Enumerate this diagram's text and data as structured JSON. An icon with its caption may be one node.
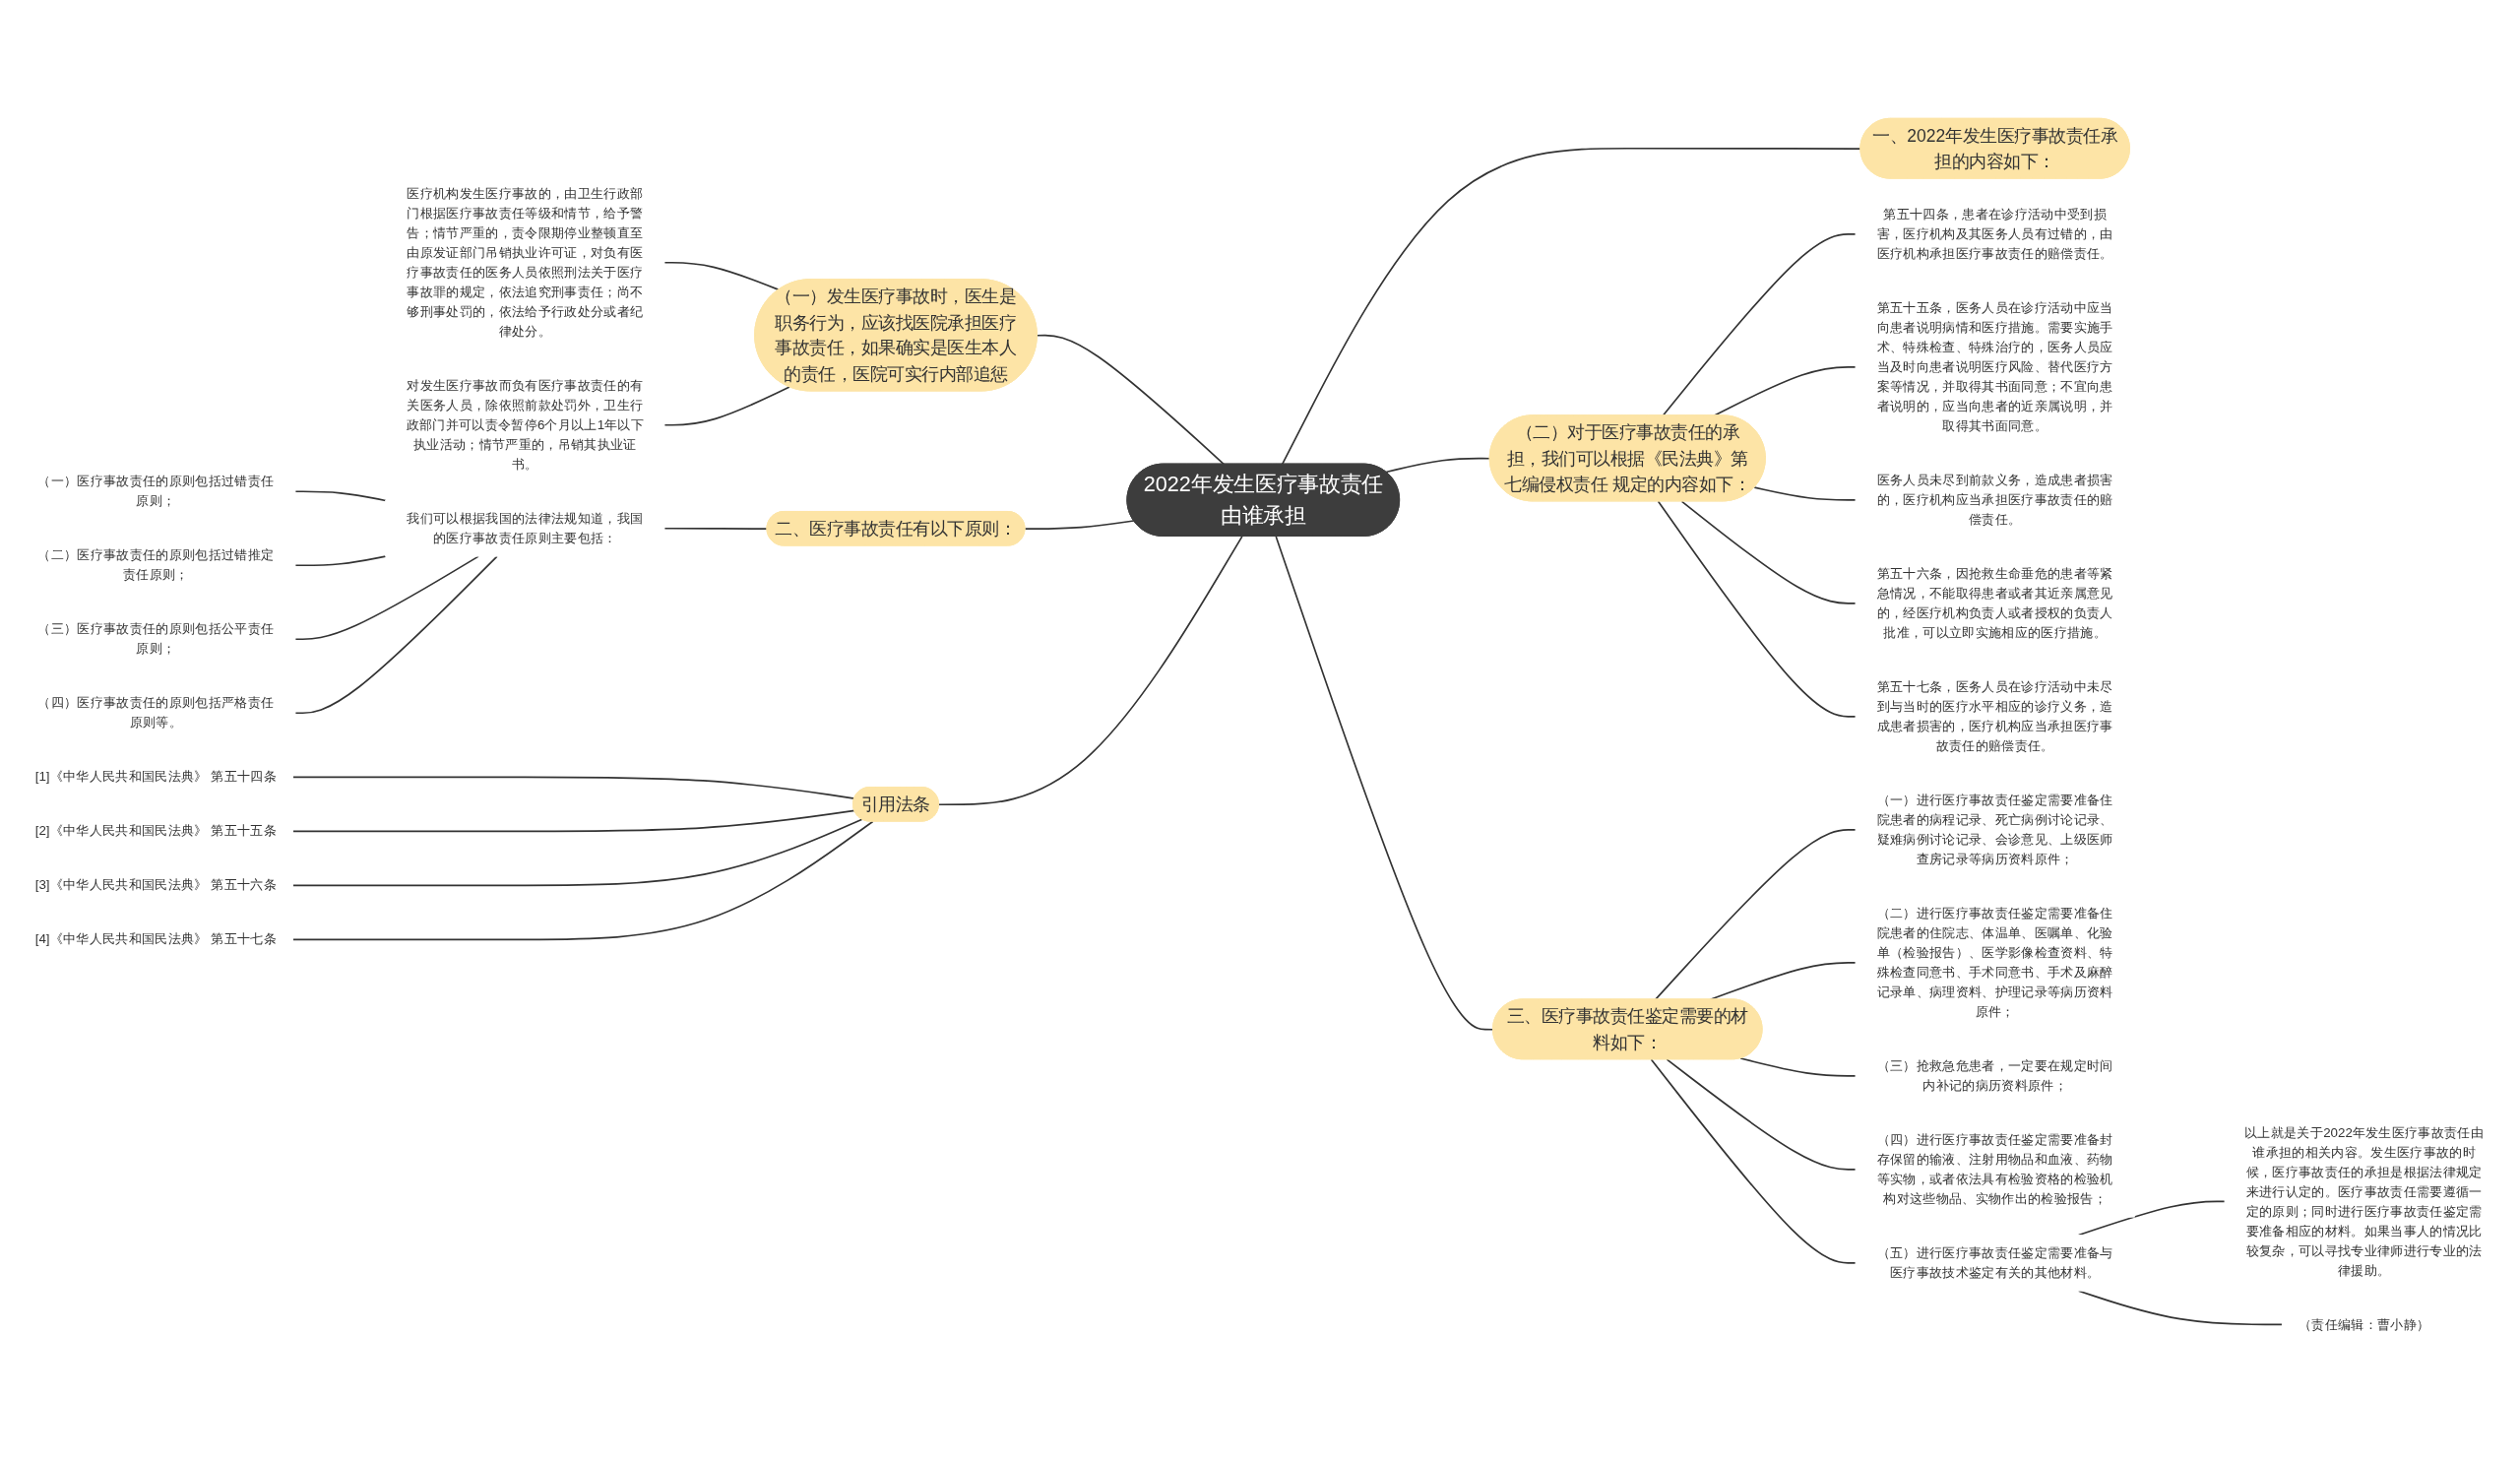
{
  "diagram": {
    "nodes": [
      {
        "text": [
          "2022年发生医疗事故责任由谁承担"
        ]
      },
      {
        "text": [
          "一、2022年发生医疗事故责任承担的内容如下："
        ]
      },
      {
        "text": [
          "（二）对于医疗事故责任的承担，我们可以根据《民法典》第七编侵权责任 规定的内容如下："
        ]
      },
      {
        "text": [
          "第五十四条，患者在诊疗活动中受到损害，医疗机构及其医务人员有过错的，由医疗机构承担医疗事故责任的赔偿责任。"
        ]
      },
      {
        "text": [
          "第五十五条，医务人员在诊疗活动中应当向患者说明病情和医疗措施。需要实施手术、特殊检查、特殊治疗的，医务人员应当及时向患者说明医疗风险、替代医疗方案等情况，并取得其书面同意；不宜向患者说明的，应当向患者的近亲属说明，并取得其书面同意。"
        ]
      },
      {
        "text": [
          "医务人员未尽到前款义务，造成患者损害的，医疗机构应当承担医疗事故责任的赔偿责任。"
        ]
      },
      {
        "text": [
          "第五十六条，因抢救生命垂危的患者等紧急情况，不能取得患者或者其近亲属意见的，经医疗机构负责人或者授权的负责人批准，可以立即实施相应的医疗措施。"
        ]
      },
      {
        "text": [
          "第五十七条，医务人员在诊疗活动中未尽到与当时的医疗水平相应的诊疗义务，造成患者损害的，医疗机构应当承担医疗事故责任的赔偿责任。"
        ]
      },
      {
        "text": [
          "三、医疗事故责任鉴定需要的材料如下："
        ]
      },
      {
        "text": [
          "（一）进行医疗事故责任鉴定需要准备住院患者的病程记录、死亡病例讨论记录、疑难病例讨论记录、会诊意见、上级医师查房记录等病历资料原件；"
        ]
      },
      {
        "text": [
          "（二）进行医疗事故责任鉴定需要准备住院患者的住院志、体温单、医嘱单、化验单（检验报告）、医学影像检查资料、特殊检查同意书、手术同意书、手术及麻醉记录单、病理资料、护理记录等病历资料原件；"
        ]
      },
      {
        "text": [
          "（三）抢救急危患者，一定要在规定时间内补记的病历资料原件；"
        ]
      },
      {
        "text": [
          "（四）进行医疗事故责任鉴定需要准备封存保留的输液、注射用物品和血液、药物等实物，或者依法具有检验资格的检验机构对这些物品、实物作出的检验报告；"
        ]
      },
      {
        "text": [
          "（五）进行医疗事故责任鉴定需要准备与医疗事故技术鉴定有关的其他材料。"
        ]
      },
      {
        "text": [
          "以上就是关于2022年发生医疗事故责任由谁承担的相关内容。发生医疗事故的时候，医疗事故责任的承担是根据法律规定来进行认定的。医疗事故责任需要遵循一定的原则；同时进行医疗事故责任鉴定需要准备相应的材料。如果当事人的情况比较复杂，可以寻找专业律师进行专业的法律援助。"
        ]
      },
      {
        "text": [
          "（责任编辑：曹小静）"
        ]
      },
      {
        "text": [
          "（一）发生医疗事故时，医生是职务行为，应该找医院承担医疗事故责任，如果确实是医生本人的责任，医院可实行内部追惩"
        ]
      },
      {
        "text": [
          "医疗机构发生医疗事故的，由卫生行政部门根据医疗事故责任等级和情节，给予警告；情节严重的，责令限期停业整顿直至由原发证部门吊销执业许可证，对负有医疗事故责任的医务人员依照刑法关于医疗事故罪的规定，依法追究刑事责任；尚不够刑事处罚的，依法给予行政处分或者纪律处分。"
        ]
      },
      {
        "text": [
          "对发生医疗事故而负有医疗事故责任的有关医务人员，除依照前款处罚外，卫生行政部门并可以责令暂停6个月以上1年以下执业活动；情节严重的，吊销其执业证书。"
        ]
      },
      {
        "text": [
          "二、医疗事故责任有以下原则："
        ]
      },
      {
        "text": [
          "我们可以根据我国的法律法规知道，我国的医疗事故责任原则主要包括："
        ]
      },
      {
        "text": [
          "（一）医疗事故责任的原则包括过错责任原则；"
        ]
      },
      {
        "text": [
          "（二）医疗事故责任的原则包括过错推定责任原则；"
        ]
      },
      {
        "text": [
          "（三）医疗事故责任的原则包括公平责任原则；"
        ]
      },
      {
        "text": [
          "（四）医疗事故责任的原则包括严格责任原则等。"
        ]
      },
      {
        "text": [
          "引用法条"
        ]
      },
      {
        "text": [
          "[1]《中华人民共和国民法典》 第五十四条"
        ]
      },
      {
        "text": [
          "[2]《中华人民共和国民法典》 第五十五条"
        ]
      },
      {
        "text": [
          "[3]《中华人民共和国民法典》 第五十六条"
        ]
      },
      {
        "text": [
          "[4]《中华人民共和国民法典》 第五十七条"
        ]
      }
    ],
    "edges": [
      {
        "from": 0,
        "to": 1,
        "arrow": "none"
      },
      {
        "from": 0,
        "to": 2,
        "arrow": "none"
      },
      {
        "from": 2,
        "to": 3,
        "arrow": "none"
      },
      {
        "from": 2,
        "to": 4,
        "arrow": "none"
      },
      {
        "from": 2,
        "to": 5,
        "arrow": "none"
      },
      {
        "from": 2,
        "to": 6,
        "arrow": "none"
      },
      {
        "from": 2,
        "to": 7,
        "arrow": "none"
      },
      {
        "from": 0,
        "to": 8,
        "arrow": "none"
      },
      {
        "from": 8,
        "to": 9,
        "arrow": "none"
      },
      {
        "from": 8,
        "to": 10,
        "arrow": "none"
      },
      {
        "from": 8,
        "to": 11,
        "arrow": "none"
      },
      {
        "from": 8,
        "to": 12,
        "arrow": "none"
      },
      {
        "from": 8,
        "to": 13,
        "arrow": "none"
      },
      {
        "from": 13,
        "to": 14,
        "arrow": "none"
      },
      {
        "from": 13,
        "to": 15,
        "arrow": "none"
      },
      {
        "from": 0,
        "to": 16,
        "arrow": "none"
      },
      {
        "from": 16,
        "to": 17,
        "arrow": "none"
      },
      {
        "from": 16,
        "to": 18,
        "arrow": "none"
      },
      {
        "from": 0,
        "to": 19,
        "arrow": "none"
      },
      {
        "from": 19,
        "to": 20,
        "arrow": "none"
      },
      {
        "from": 20,
        "to": 21,
        "arrow": "none"
      },
      {
        "from": 20,
        "to": 22,
        "arrow": "none"
      },
      {
        "from": 20,
        "to": 23,
        "arrow": "none"
      },
      {
        "from": 20,
        "to": 24,
        "arrow": "none"
      },
      {
        "from": 0,
        "to": 25,
        "arrow": "none"
      },
      {
        "from": 25,
        "to": 26,
        "arrow": "none"
      },
      {
        "from": 25,
        "to": 27,
        "arrow": "none"
      },
      {
        "from": 25,
        "to": 28,
        "arrow": "none"
      },
      {
        "from": 25,
        "to": 29,
        "arrow": "none"
      }
    ]
  }
}
